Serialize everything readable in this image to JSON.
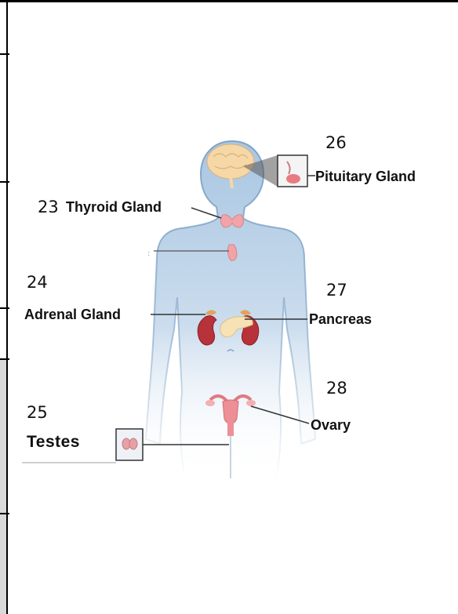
{
  "labels": {
    "pituitary": "Pituitary Gland",
    "thyroid": "Thyroid Gland",
    "adrenal": "Adrenal Gland",
    "pancreas": "Pancreas",
    "ovary": "Ovary",
    "testes": "Testes"
  },
  "numbers": {
    "n23": "23",
    "n24": "24",
    "n25": "25",
    "n26": "26",
    "n27": "27",
    "n28": "28"
  },
  "colors": {
    "body_fill": "#a9c6e2",
    "body_stroke": "#7fa3c6",
    "brain": "#f6d7a6",
    "gland_pink": "#f0a4a8",
    "kidney": "#b8323a",
    "pancreas": "#f6e2b4",
    "panel_gray": "#d9d9d9"
  }
}
